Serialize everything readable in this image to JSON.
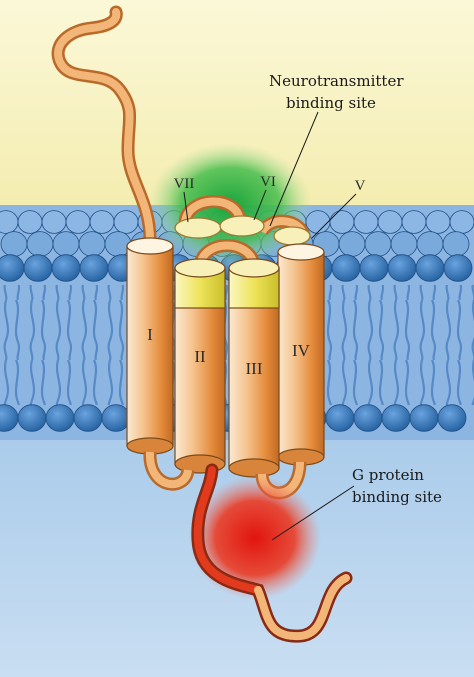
{
  "colors": {
    "extracellular": "#f8f3bf",
    "membrane_blue": "#6e9fd4",
    "head_blue": "#2f6fb9",
    "intracellular": "#9ec4e6",
    "helix_orange": "#e7954a",
    "helix_cap_yellow": "#e9e24a",
    "ligand_site_green": "#3fb84a",
    "gprotein_site_red": "#e62b1a"
  },
  "labels": {
    "neurotransmitter_line1": "Neurotransmitter",
    "neurotransmitter_line2": "binding site",
    "gprotein_line1": "G protein",
    "gprotein_line2": "binding site"
  },
  "helices": {
    "I": "I",
    "II": "II",
    "III": "III",
    "IV": "IV",
    "V": "V",
    "VI": "VI",
    "VII": "VII"
  }
}
